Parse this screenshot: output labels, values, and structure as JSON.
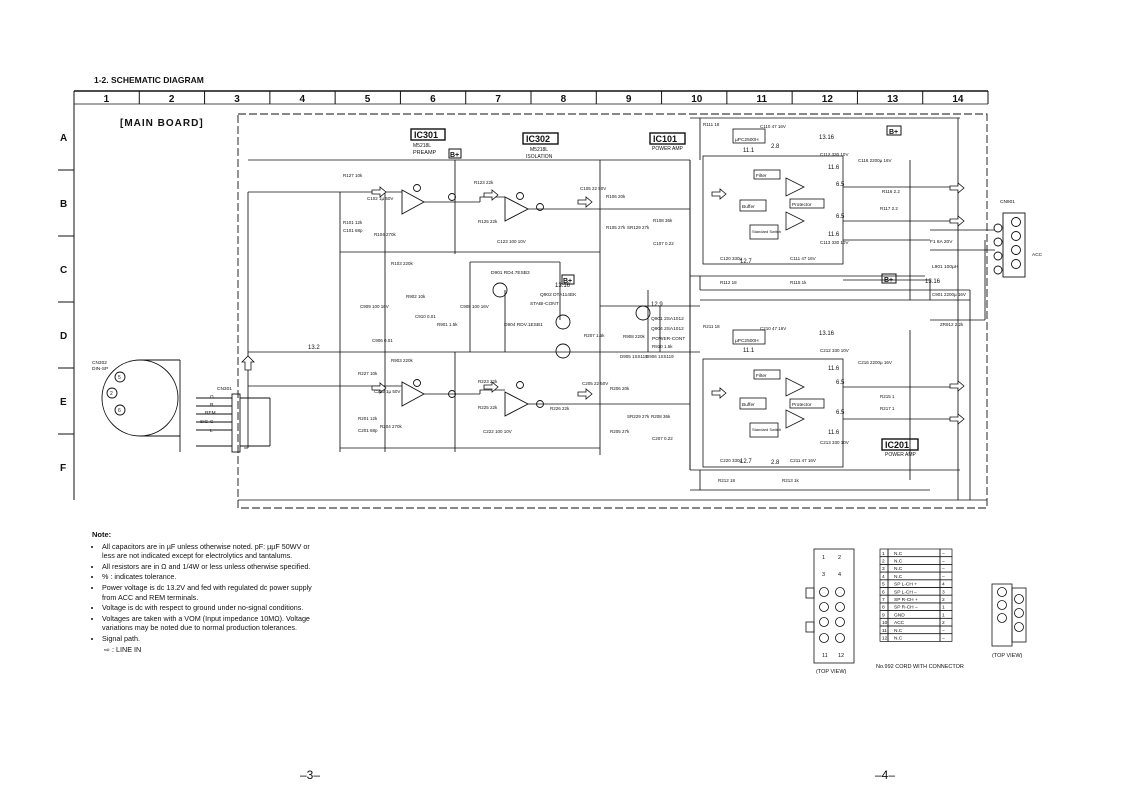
{
  "header": {
    "section_title": "1-2.  SCHEMATIC DIAGRAM",
    "columns": [
      "1",
      "2",
      "3",
      "4",
      "5",
      "6",
      "7",
      "8",
      "9",
      "10",
      "11",
      "12",
      "13",
      "14"
    ],
    "rows": [
      "A",
      "B",
      "C",
      "D",
      "E",
      "F"
    ]
  },
  "board": {
    "title": "[MAIN BOARD]"
  },
  "blocks": [
    {
      "id": "IC301",
      "sub": "M5218L",
      "desc": "PREAMP"
    },
    {
      "id": "IC302",
      "sub": "M5218L",
      "desc": "ISOLATION"
    },
    {
      "id": "IC101",
      "sub": "",
      "desc": "POWER AMP"
    },
    {
      "id": "IC201",
      "sub": "",
      "desc": "POWER AMP"
    }
  ],
  "b_plus": "B+",
  "labels": {
    "ic101_part": "µPC2500H",
    "ic201_part": "µPC2500H",
    "filter": "Filter",
    "buffer": "Buffer",
    "protector": "Protector",
    "standard_switch": "Standard Switch",
    "volt_13_16": "13.16",
    "volt_13_2": "13.2",
    "volt_12_9": "12.9",
    "volt_11_1": "11.1",
    "volt_11_6": "11.6",
    "volt_6_5": "6.5",
    "volt_2_8": "2.8",
    "volt_12_7": "12.7",
    "cn901": "CN901",
    "cn301": "CN301",
    "cn302": "CN302",
    "din_sp": "DIN-SP",
    "acc": "ACC",
    "fuse": "F1 8A 20V",
    "l901": "L901 100µH",
    "q901": "Q901 2SA1012",
    "q902": "Q902 DTA114EK",
    "q904": "Q904 2SA1012",
    "d901": "D901 RD4.7ESB3",
    "d904": "D904 RDV.1ESB1",
    "stabi_cont": "STABI-CONT",
    "power_cont": "POWER-CONT",
    "rem": "REM",
    "sig_g": "SIG-G",
    "pin_l": "L",
    "pin_r": "R",
    "pin_g": "G",
    "parts": [
      "R127 10k",
      "C102 1µ 50V",
      "R101 12k",
      "C101 68p",
      "R104 270k",
      "R123 22k",
      "R125 22k",
      "C123 100 10V",
      "C105 22 50V",
      "R106 20k",
      "R105 27k",
      "SR129 27k",
      "R108 36k",
      "C107 0.22",
      "R103 220k",
      "R903 220k",
      "R902 10k",
      "C910 0.01",
      "C908 100 16V",
      "C909 100 16V",
      "R901 1.5k",
      "C906 0.01",
      "R227 10k",
      "C202 1µ 50V",
      "R201 12k",
      "C201 68p",
      "R204 270k",
      "R223 22k",
      "R225 22k",
      "C222 100 10V",
      "C205 22 50V",
      "R206 20k",
      "R226 22k",
      "R205 27k",
      "SR229 27k",
      "R208 36k",
      "C207 0.22",
      "R207 1.5k",
      "R908 220k",
      "R910 1.5k",
      "D905 1SS119",
      "D906 1SS119",
      "R111 18",
      "C110 47 16V",
      "C112 330 10V",
      "C116 2200µ 16V",
      "R116 2.2",
      "R117 2.2",
      "C113 330 10V",
      "C120 330µ",
      "C111 47 16V",
      "R112 18",
      "R115 1k",
      "R211 18",
      "C210 47 16V",
      "C212 330 10V",
      "C216 2200µ 16V",
      "R215 1",
      "R217 1",
      "C213 330 10V",
      "C220 330µ",
      "C211 47 16V",
      "R212 18",
      "R213 1k",
      "C901 2200µ 16V",
      "ZR912 2.2k"
    ]
  },
  "notes": {
    "title": "Note:",
    "items": [
      "All capacitors are in µF unless otherwise noted. pF: µµF 50WV or less are not indicated except for electrolytics and tantalums.",
      "All resistors are in Ω and 1/4W or less unless otherwise specified.",
      "%  : indicates tolerance.",
      "Power voltage is dc 13.2V and fed with regulated dc power supply from ACC and REM terminals.",
      "Voltage is dc with respect to ground under no-signal conditions.",
      "Voltages are taken with a VOM (Input impedance 10MΩ). Voltage variations may be noted due to normal production tolerances.",
      "Signal path."
    ],
    "signal_path_label": ": LINE IN"
  },
  "connector_table": {
    "rows": [
      [
        "1",
        "N.C",
        "–"
      ],
      [
        "2",
        "N.C",
        "–"
      ],
      [
        "3",
        "N.C",
        "–"
      ],
      [
        "4",
        "N.C",
        "–"
      ],
      [
        "5",
        "SP L-CH +",
        "4"
      ],
      [
        "6",
        "SP L-CH –",
        "3"
      ],
      [
        "7",
        "SP R-CH +",
        "2"
      ],
      [
        "8",
        "SP R-CH –",
        "1"
      ],
      [
        "9",
        "GND",
        "1"
      ],
      [
        "10",
        "ACC",
        "2"
      ],
      [
        "11",
        "N.C",
        "–"
      ],
      [
        "12",
        "N.C",
        "–"
      ]
    ],
    "caption": "No.992 CORD WITH CONNECTOR",
    "left_top_view": "(TOP VIEW)",
    "right_top_view": "(TOP VIEW)",
    "pin_nums": [
      "1",
      "2",
      "3",
      "4",
      "11",
      "12"
    ]
  },
  "pages": {
    "left": "–3–",
    "right": "–4–"
  }
}
